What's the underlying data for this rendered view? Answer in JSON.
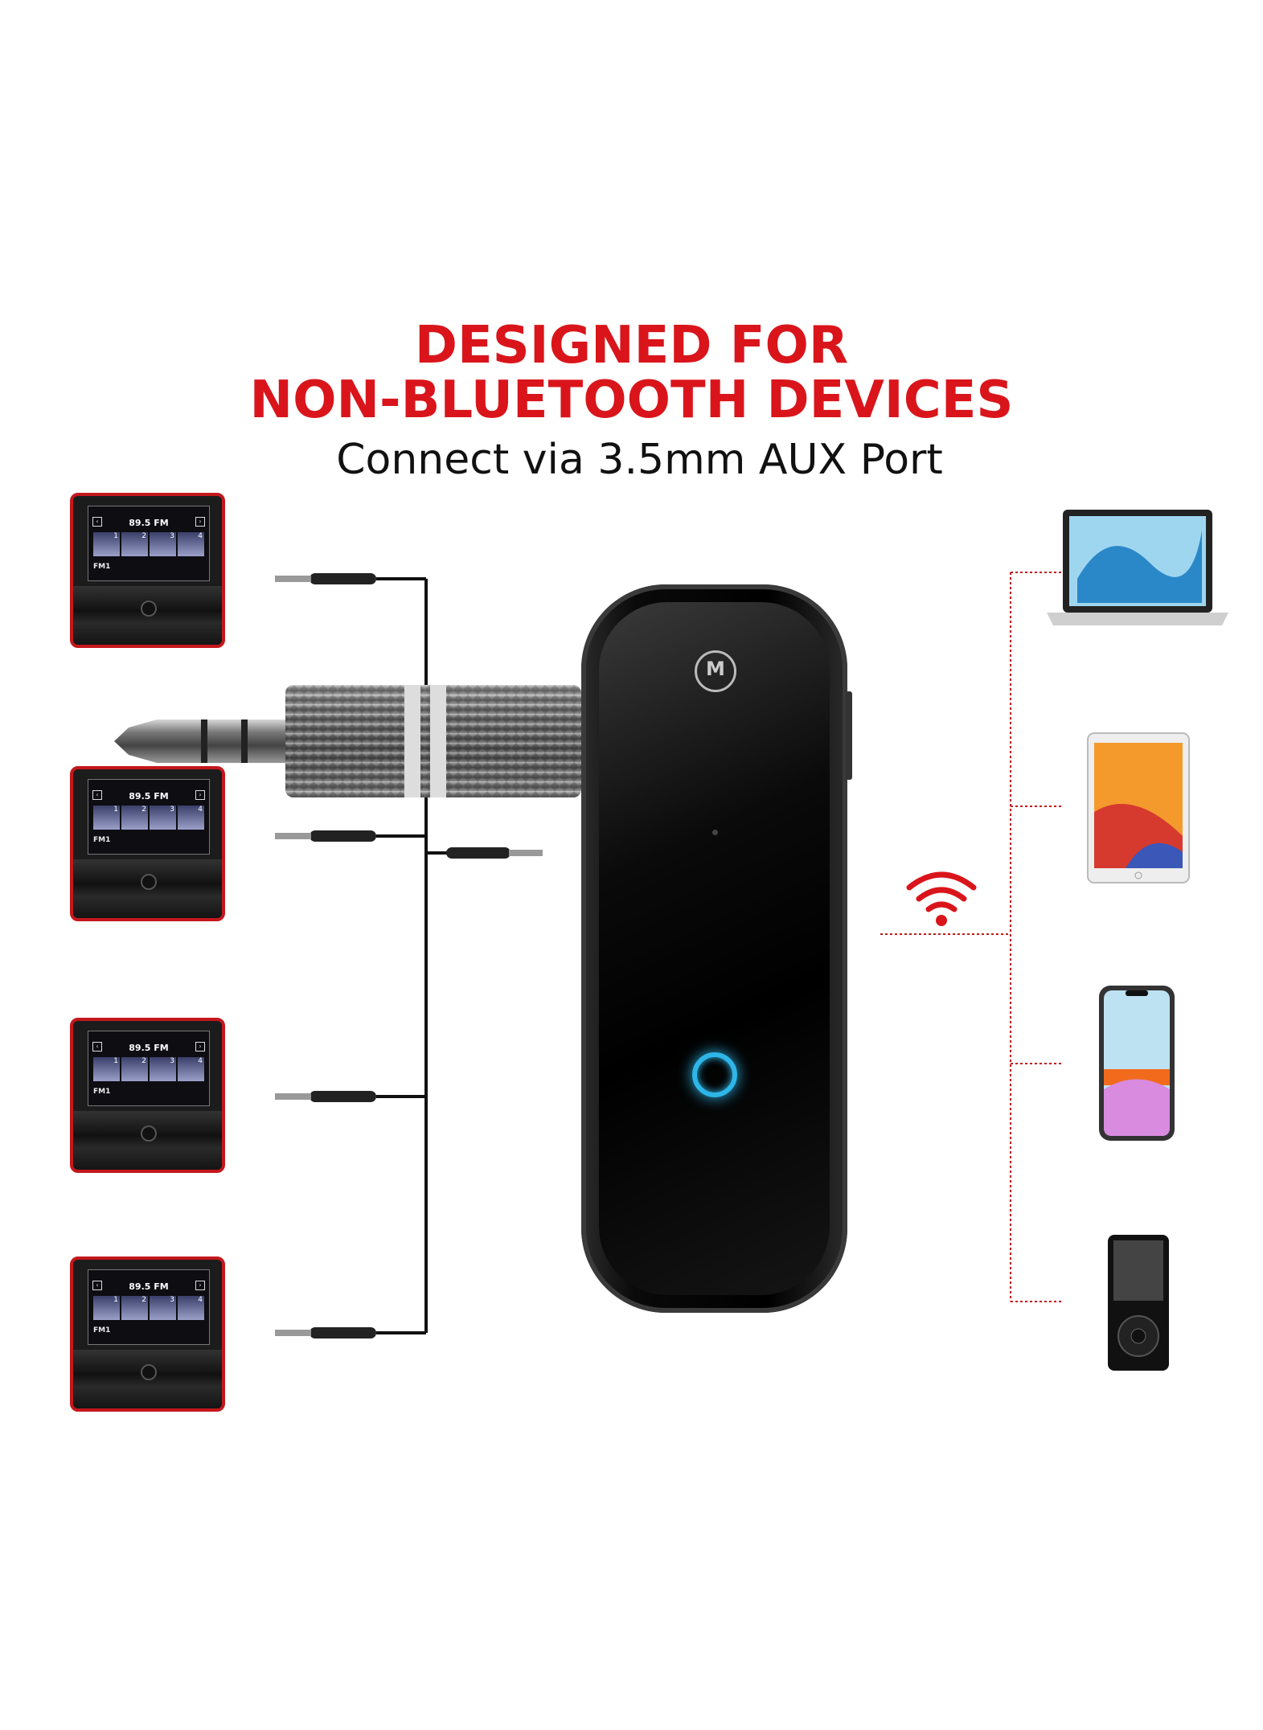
{
  "headline": {
    "line1": "DESIGNED FOR",
    "line2": "NON-BLUETOOTH DEVICES",
    "subtitle": "Connect via 3.5mm AUX Port",
    "color": "#d9151b"
  },
  "device": {
    "logo_letter": "M",
    "led_color": "#2fb6e8"
  },
  "car_radio": {
    "frequency": "89.5 FM",
    "presets": [
      "1",
      "2",
      "3",
      "4"
    ],
    "source": "FM1",
    "count": 4
  },
  "connected_devices": [
    "laptop",
    "tablet",
    "smartphone",
    "mp3-player"
  ],
  "icons": [
    "wifi-signal-icon",
    "aux-jack-icon"
  ]
}
